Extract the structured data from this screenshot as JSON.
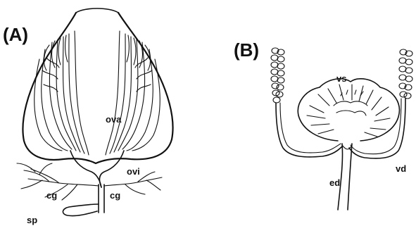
{
  "panel_a": {
    "label": "(A)",
    "parts": {
      "ova": "ova",
      "ovi": "ovi",
      "cg_left": "cg",
      "cg_right": "cg",
      "sp": "sp"
    }
  },
  "panel_b": {
    "label": "(B)",
    "parts": {
      "vs": "vs",
      "vd": "vd",
      "ed": "ed"
    }
  }
}
